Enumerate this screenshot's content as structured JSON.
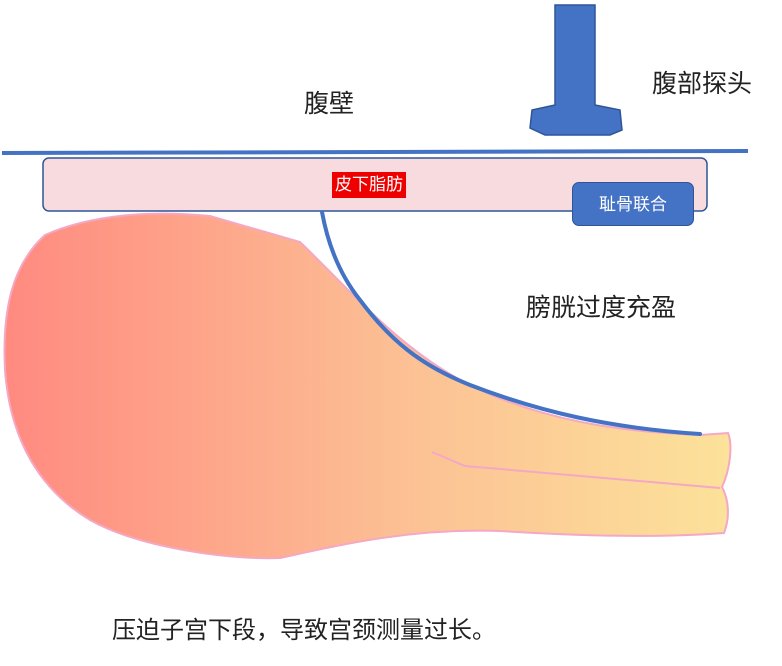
{
  "labels": {
    "abdominal_wall": "腹壁",
    "abdominal_probe": "腹部探头",
    "subcutaneous_fat": "皮下脂肪",
    "pubic_symphysis": "耻骨联合",
    "bladder_overfilled": "膀胱过度充盈",
    "caption": "压迫子宫下段，导致宫颈测量过长。"
  },
  "colors": {
    "probe": "#4472c4",
    "abdominal_wall_line": "#4472c4",
    "fat_layer_fill": "#f8dbdf",
    "fat_label_bg": "#ee0000",
    "bladder_wall": "#4472c4",
    "uterus_gradient_start": "#ff8a80",
    "uterus_gradient_end": "#fce29a"
  }
}
